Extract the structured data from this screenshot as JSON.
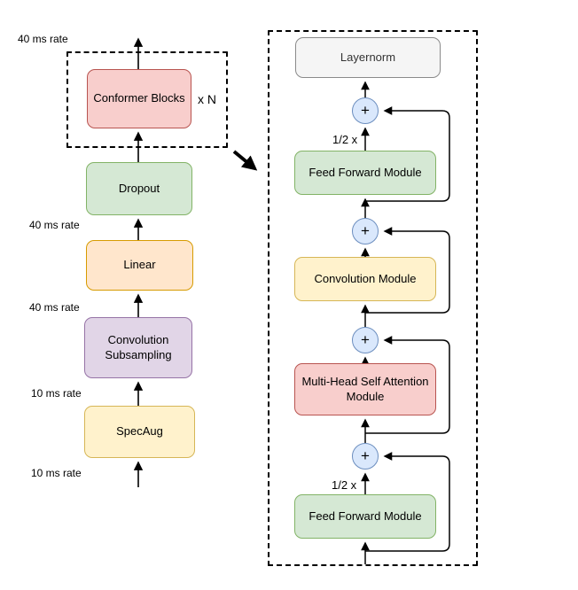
{
  "colors": {
    "red_fill": "#f8cecc",
    "red_stroke": "#b85450",
    "green_fill": "#d5e8d4",
    "green_stroke": "#82b366",
    "orange_fill": "#ffe6cc",
    "orange_stroke": "#d79b00",
    "purple_fill": "#e1d5e7",
    "purple_stroke": "#9673a6",
    "yellow_fill": "#fff2cc",
    "yellow_stroke": "#d6b656",
    "gray_fill": "#f5f5f5",
    "gray_stroke": "#8a8a8a",
    "blue_fill": "#dae8fc",
    "blue_stroke": "#6c8ebf",
    "wire": "#000000"
  },
  "encoder": {
    "rate_labels": [
      "40 ms rate",
      "40 ms rate",
      "40 ms rate",
      "10 ms rate",
      "10 ms rate"
    ],
    "blocks": {
      "conformer": {
        "label": "Conformer Blocks",
        "repeat": "x N"
      },
      "dropout": {
        "label": "Dropout"
      },
      "linear": {
        "label": "Linear"
      },
      "conv_subsampling": {
        "label": "Convolution Subsampling"
      },
      "specaug": {
        "label": "SpecAug"
      }
    }
  },
  "conformer_block": {
    "layernorm": {
      "label": "Layernorm"
    },
    "ffn_top": {
      "label": "Feed Forward Module",
      "scale": "1/2 x"
    },
    "conv_module": {
      "label": "Convolution Module"
    },
    "mhsa": {
      "label": "Multi-Head Self Attention Module"
    },
    "ffn_bottom": {
      "label": "Feed Forward Module",
      "scale": "1/2 x"
    },
    "residual_add_symbol": "+"
  }
}
